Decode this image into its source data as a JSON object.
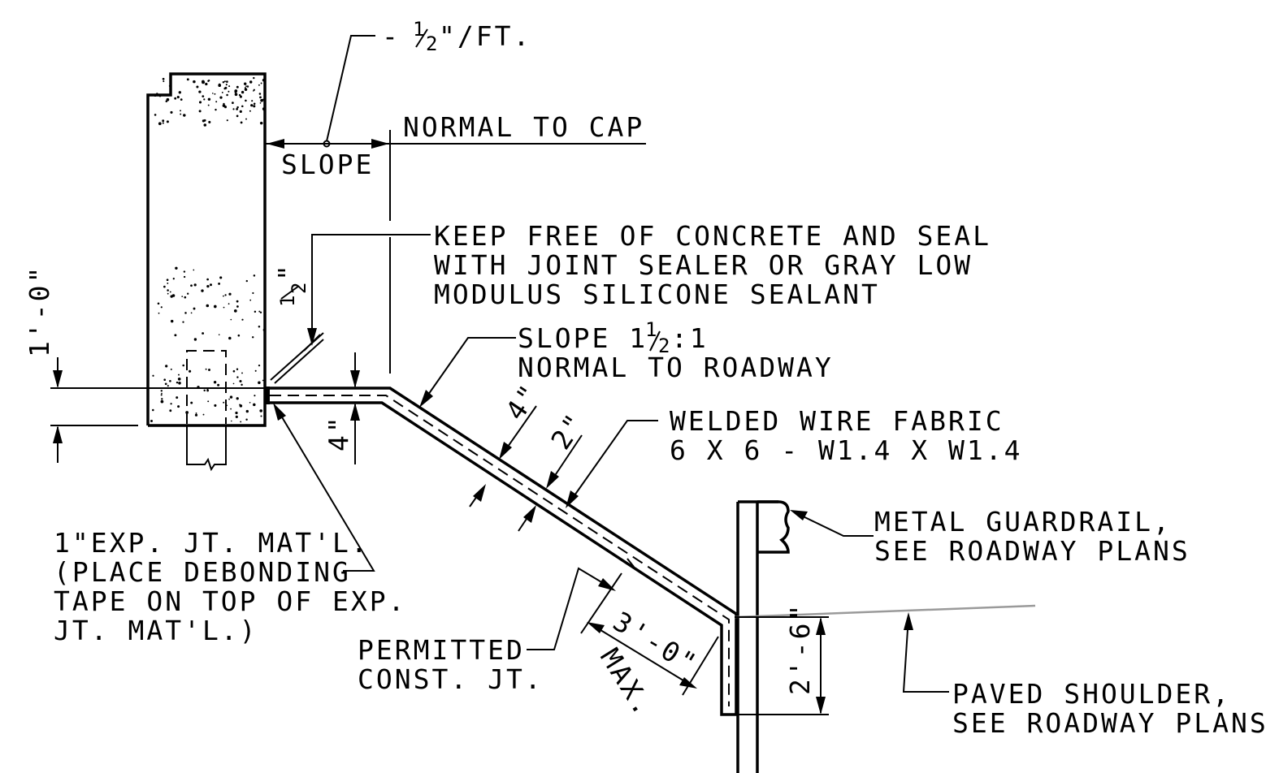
{
  "labels": {
    "slope_rate_prefix": "- ",
    "slope_rate_num": "1",
    "slope_rate_den": "2",
    "slope_rate_suffix": "\"/FT.",
    "normal_to_cap": "NORMAL TO CAP",
    "slope": "SLOPE",
    "keep_free_line1": "KEEP FREE OF CONCRETE AND SEAL",
    "keep_free_line2": "WITH JOINT SEALER OR GRAY LOW",
    "keep_free_line3": "MODULUS SILICONE SEALANT",
    "half_inch_num": "1",
    "half_inch_den": "2",
    "half_inch_mark": "\"",
    "slope_ratio_line1_a": "SLOPE 1",
    "slope_ratio_num": "1",
    "slope_ratio_den": "2",
    "slope_ratio_line1_b": ":1",
    "slope_ratio_line2": "NORMAL TO ROADWAY",
    "one_foot": "1'-0\"",
    "four_inch_left": "4\"",
    "four_inch_slab": "4\"",
    "two_inch": "2\"",
    "welded_line1": "WELDED WIRE FABRIC",
    "welded_line2": "6 X 6 - W1.4 X W1.4",
    "exp_jt_line1": "1\"EXP. JT. MAT'L.",
    "exp_jt_line2": "(PLACE DEBONDING",
    "exp_jt_line3": "TAPE ON TOP OF EXP.",
    "exp_jt_line4": "JT. MAT'L.)",
    "guardrail_line1": "METAL GUARDRAIL,",
    "guardrail_line2": "SEE ROADWAY PLANS",
    "permitted_line1": "PERMITTED",
    "permitted_line2": "CONST. JT.",
    "three_foot": "3'-0\"",
    "max": "MAX.",
    "two_six": "2'-6\"",
    "paved_line1": "PAVED SHOULDER,",
    "paved_line2": "SEE ROADWAY PLANS"
  }
}
